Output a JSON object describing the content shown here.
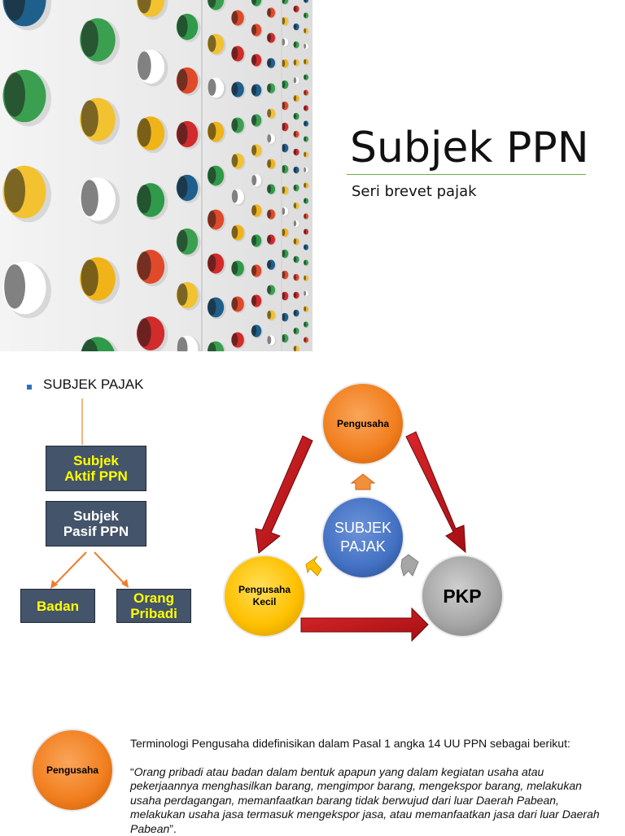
{
  "slide1": {
    "title": "Subjek PPN",
    "subtitle": "Seri brevet pajak",
    "photo": "perforated-white-panel-with-colored-holes"
  },
  "slide2": {
    "bullet": "SUBJEK PAJAK",
    "boxes": {
      "aktif": "Subjek\nAktif PPN",
      "pasif": "Subjek\nPasif PPN",
      "badan": "Badan",
      "orang": "Orang\nPribadi"
    },
    "cycle": {
      "top": "Pengusaha",
      "left": "Pengusaha\nKecil",
      "right": "PKP",
      "center": "SUBJEK\nPAJAK"
    },
    "colors": {
      "orange": "#f27f1f",
      "yellow": "#ffc000",
      "gray": "#a6a6a6",
      "blue": "#4472c4",
      "red_arrow": "#c00000",
      "box": "#44546a"
    }
  },
  "slide3": {
    "circle_label": "Pengusaha",
    "intro": "Terminologi Pengusaha didefinisikan dalam Pasal 1 angka 14 UU PPN sebagai berikut:",
    "quote_open": "“",
    "quote": "Orang pribadi atau badan dalam bentuk apapun yang dalam kegiatan usaha atau pekerjaannya menghasilkan barang, mengimpor barang, mengekspor barang, melakukan usaha perdagangan, memanfaatkan barang tidak berwujud dari luar Daerah Pabean, melakukan usaha jasa termasuk mengekspor jasa, atau memanfaatkan jasa dari luar Daerah Pabean",
    "quote_close": "”."
  }
}
